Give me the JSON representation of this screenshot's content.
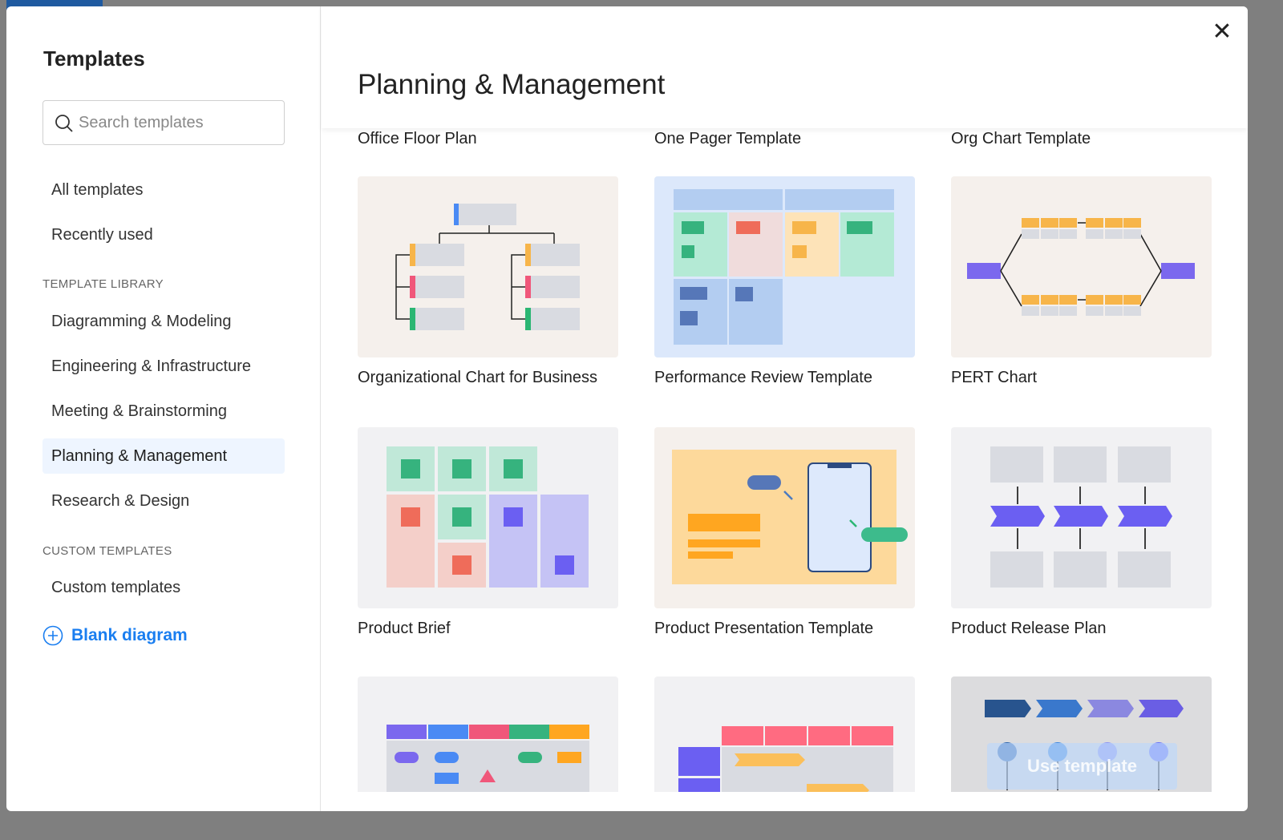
{
  "sidebar": {
    "title": "Templates",
    "search_placeholder": "Search templates",
    "nav": [
      "All templates",
      "Recently used"
    ],
    "library_heading": "TEMPLATE LIBRARY",
    "library": [
      "Diagramming & Modeling",
      "Engineering & Infrastructure",
      "Meeting & Brainstorming",
      "Planning & Management",
      "Research & Design"
    ],
    "selected": "Planning & Management",
    "custom_heading": "CUSTOM TEMPLATES",
    "custom": [
      "Custom templates"
    ],
    "blank_diagram": "Blank diagram"
  },
  "main": {
    "title": "Planning & Management",
    "close_icon": "close-icon",
    "cards": [
      "Office Floor Plan",
      "One Pager Template",
      "Org Chart Template",
      "Organizational Chart for Business",
      "Performance Review Template",
      "PERT Chart",
      "Product Brief",
      "Product Presentation Template",
      "Product Release Plan"
    ],
    "hover_action": "Use template"
  }
}
